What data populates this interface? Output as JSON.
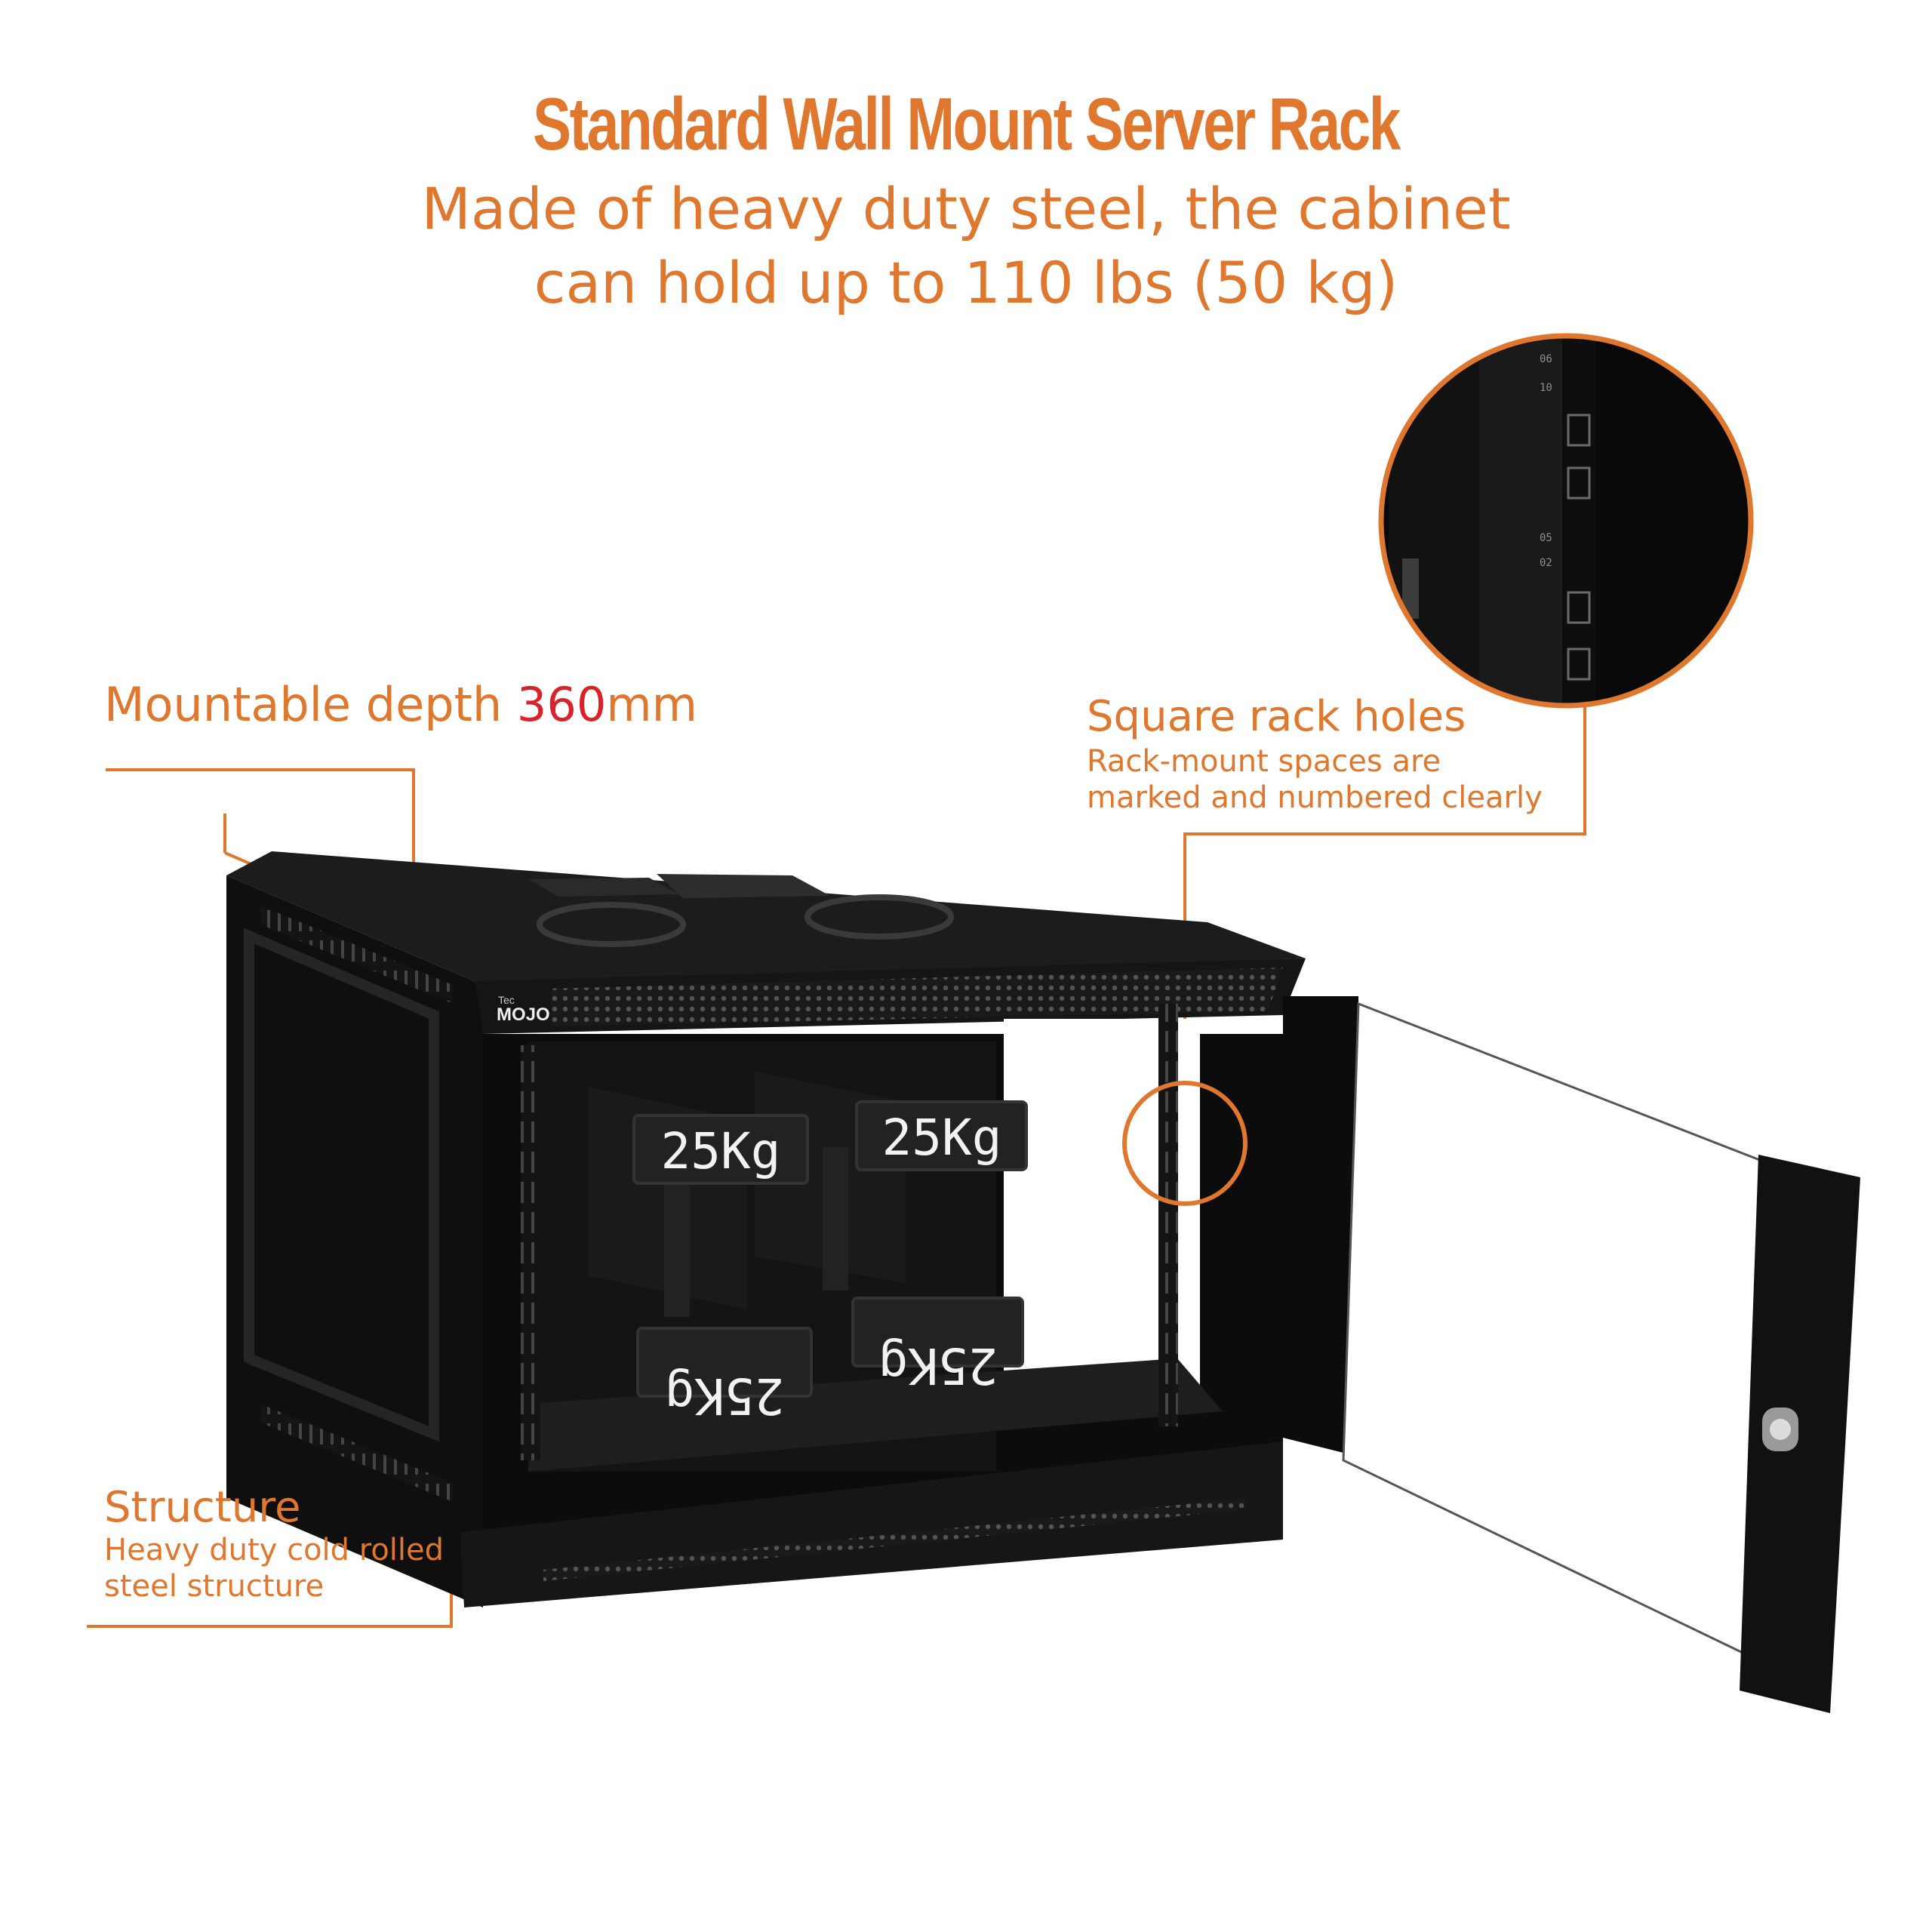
{
  "header": {
    "title": "Standard Wall Mount Server Rack",
    "subtitle_line1": "Made of heavy duty steel, the cabinet",
    "subtitle_line2": "can hold up to 110 lbs (50 kg)"
  },
  "callouts": {
    "depth": {
      "prefix": "Mountable depth ",
      "value": "360",
      "unit": "mm"
    },
    "holes": {
      "title": "Square rack holes",
      "line1": "Rack-mount spaces are",
      "line2": "marked and numbered clearly"
    },
    "structure": {
      "title": "Structure",
      "line1": "Heavy duty cold rolled",
      "line2": "steel structure"
    }
  },
  "product": {
    "brand": "MOJO",
    "brand_prefix": "Tec",
    "weights": [
      "25Kg",
      "25Kg",
      "25Kg",
      "25Kg"
    ],
    "rail_numbers": [
      "06",
      "10",
      "05",
      "02"
    ]
  },
  "colors": {
    "accent": "#e0772e",
    "highlight": "#d9222a",
    "cabinet": "#0d0d0d"
  }
}
